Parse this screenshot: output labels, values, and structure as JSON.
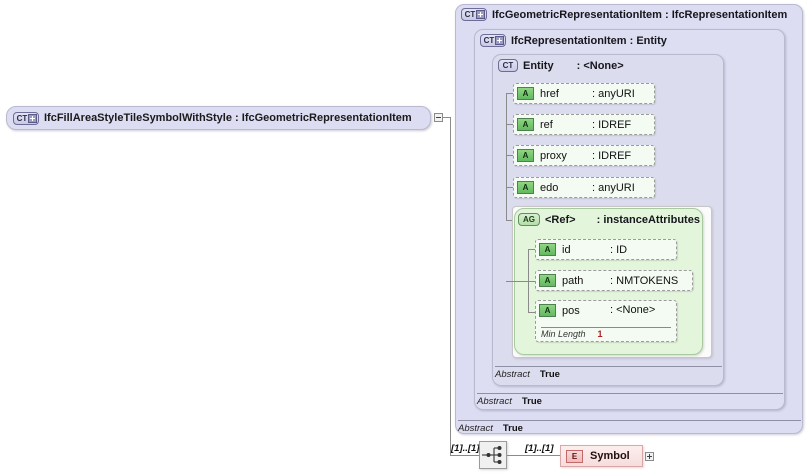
{
  "diagram": {
    "type": "xsd-schema-diagram",
    "root": {
      "icon": "ct-plus-icon",
      "name": "IfcFillAreaStyleTileSymbolWithStyle",
      "separator": " : ",
      "base_type": "IfcGeometricRepresentationItem"
    },
    "levels": [
      {
        "icon": "ct-plus-icon",
        "name": "IfcGeometricRepresentationItem",
        "separator": " : ",
        "base_type": "IfcRepresentationItem",
        "abstract_label": "Abstract",
        "abstract_value": "True"
      },
      {
        "icon": "ct-plus-icon",
        "name": "IfcRepresentationItem",
        "separator": " : ",
        "base_type": "Entity",
        "abstract_label": "Abstract",
        "abstract_value": "True"
      },
      {
        "icon": "ct-icon",
        "name": "Entity",
        "separator": " : ",
        "base_type": "<None>",
        "abstract_label": "Abstract",
        "abstract_value": "True"
      }
    ],
    "attributes": [
      {
        "icon": "a-icon",
        "name": "href",
        "separator": ": ",
        "type": "anyURI"
      },
      {
        "icon": "a-icon",
        "name": "ref",
        "separator": ": ",
        "type": "IDREF"
      },
      {
        "icon": "a-icon",
        "name": "proxy",
        "separator": ": ",
        "type": "IDREF"
      },
      {
        "icon": "a-icon",
        "name": "edo",
        "separator": ": ",
        "type": "anyURI"
      }
    ],
    "attribute_group": {
      "icon": "ag-icon",
      "name": "<Ref>",
      "separator": " : ",
      "type": "instanceAttributes",
      "attributes": [
        {
          "icon": "a-icon",
          "name": "id",
          "separator": ": ",
          "type": "ID"
        },
        {
          "icon": "a-icon",
          "name": "path",
          "separator": ": ",
          "type": "NMTOKENS"
        },
        {
          "icon": "a-icon",
          "name": "pos",
          "separator": ": ",
          "type": "<None>",
          "facet_label": "Min Length",
          "facet_value": "1"
        }
      ]
    },
    "content_model": {
      "compositor_icon": "sequence-icon",
      "left_cardinality": "[1]..[1]",
      "element_cardinality": "[1]..[1]",
      "element": {
        "icon": "e-icon",
        "name": "Symbol",
        "expander": "plus-handle"
      }
    },
    "root_expander": "minus-handle"
  },
  "colors": {
    "complex_type_fill": "#dcdcf2",
    "complex_type_border": "#b9b9cf",
    "attribute_fill": "#f4fbf2",
    "attribute_group_fill": "#e3f6dc",
    "element_fill": "#f7dcdc",
    "element_border": "#d8a8a8",
    "facet_value": "#b02020",
    "line": "#8a8a8a",
    "canvas": "#ffffff"
  }
}
